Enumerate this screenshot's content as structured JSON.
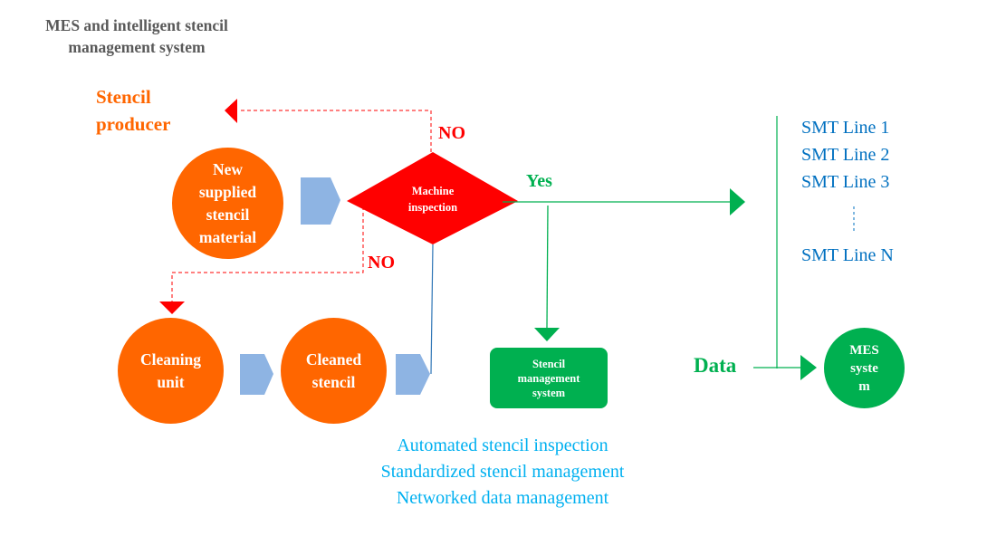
{
  "title": "MES and intelligent stencil management system",
  "title_lines": [
    "MES and intelligent stencil",
    "management system"
  ],
  "producer_lines": [
    "Stencil",
    "producer"
  ],
  "nodes": {
    "new_stencil": [
      "New",
      "supplied",
      "stencil",
      "material"
    ],
    "machine_inspection": [
      "Machine",
      "inspection"
    ],
    "cleaning_unit": [
      "Cleaning",
      "unit"
    ],
    "cleaned_stencil": [
      "Cleaned",
      "stencil"
    ],
    "stencil_management_system": [
      "Stencil",
      "management",
      "system"
    ],
    "mes_system": [
      "MES",
      "syste",
      "m"
    ]
  },
  "labels": {
    "no_top": "NO",
    "no_bottom": "NO",
    "yes": "Yes",
    "data": "Data"
  },
  "smt_lines": [
    "SMT Line 1",
    "SMT Line 2",
    "SMT Line 3",
    "SMT Line N"
  ],
  "features": [
    "Automated stencil inspection",
    "Standardized stencil management",
    "Networked data management"
  ],
  "colors": {
    "orange": "#ff6600",
    "red": "#ff0000",
    "green": "#00b050",
    "blue_text": "#0070c0",
    "cyan_text": "#00b0f0",
    "chevron": "#8eb4e3",
    "title_gray": "#595959"
  }
}
